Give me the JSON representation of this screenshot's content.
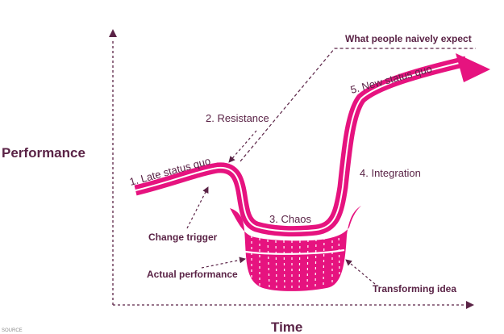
{
  "axes": {
    "y_label": "Performance",
    "x_label": "Time"
  },
  "stages": {
    "late_status_quo": "1. Late status quo",
    "resistance": "2. Resistance",
    "chaos": "3. Chaos",
    "integration": "4. Integration",
    "new_status_quo": "5. New status quo"
  },
  "annotations": {
    "naive_expectation": "What people naively expect",
    "change_trigger": "Change trigger",
    "actual_performance": "Actual performance",
    "transforming_idea": "Transforming idea"
  },
  "footnote": "SOURCE",
  "colors": {
    "curve": "#e6137f",
    "text": "#5a2346",
    "dashed_lines": "#5a2346",
    "background": "#ffffff"
  },
  "icons": [
    "upward-arrow-icon",
    "right-arrow-icon",
    "pointer-arrowhead-icon"
  ]
}
